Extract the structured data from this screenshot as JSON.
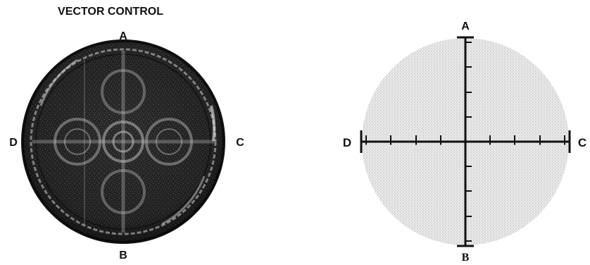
{
  "title": "VECTOR CONTROL",
  "left_dial": {
    "label_top": "A",
    "label_bottom": "B",
    "label_left": "D",
    "label_right": "C"
  },
  "right_dial": {
    "label_top": "A",
    "label_bottom": "B",
    "label_left": "D",
    "label_right": "C",
    "ticks_per_half_axis": 4
  },
  "colors": {
    "ink": "#111111",
    "dial_dark": "#2a2a2a",
    "dial_stipple": "#bdbdbd"
  }
}
